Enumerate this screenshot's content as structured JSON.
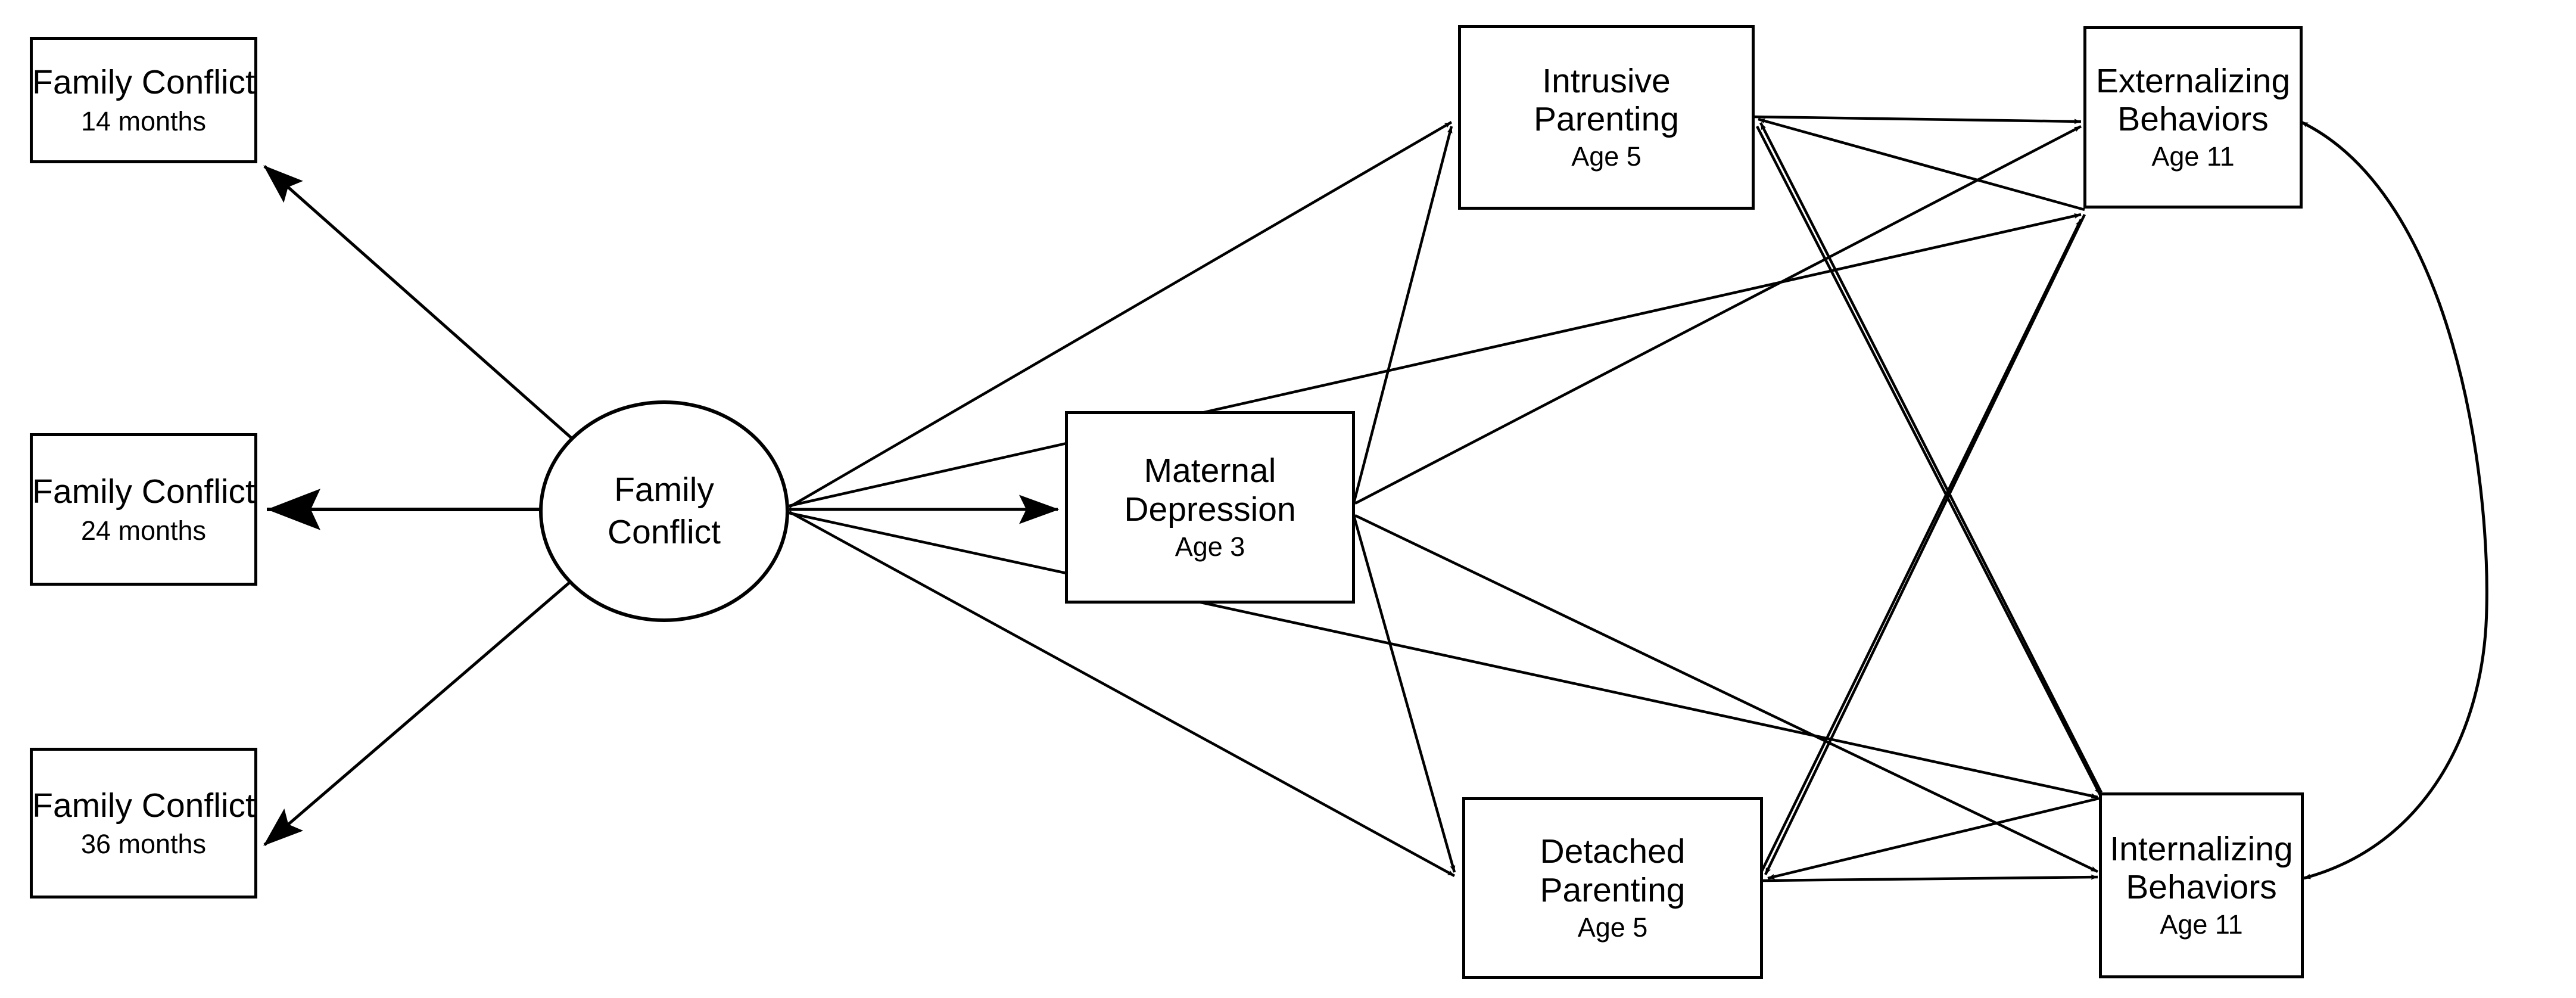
{
  "diagram": {
    "type": "path-diagram",
    "title": "",
    "background_color": "#ffffff",
    "stroke_color": "#000000",
    "nodes": [
      {
        "id": "family-conflict-14",
        "shape": "rectangle",
        "label": "Family Conflict",
        "sublabel": "14 months"
      },
      {
        "id": "family-conflict-24",
        "shape": "rectangle",
        "label": "Family Conflict",
        "sublabel": "24 months"
      },
      {
        "id": "family-conflict-36",
        "shape": "rectangle",
        "label": "Family Conflict",
        "sublabel": "36 months"
      },
      {
        "id": "family-conflict-latent",
        "shape": "ellipse",
        "label_line1": "Family",
        "label_line2": "Conflict"
      },
      {
        "id": "maternal-depression",
        "shape": "rectangle",
        "label_line1": "Maternal",
        "label_line2": "Depression",
        "sublabel": "Age 3"
      },
      {
        "id": "intrusive-parenting",
        "shape": "rectangle",
        "label_line1": "Intrusive",
        "label_line2": "Parenting",
        "sublabel": "Age 5"
      },
      {
        "id": "detached-parenting",
        "shape": "rectangle",
        "label_line1": "Detached",
        "label_line2": "Parenting",
        "sublabel": "Age 5"
      },
      {
        "id": "externalizing-behaviors",
        "shape": "rectangle",
        "label_line1": "Externalizing",
        "label_line2": "Behaviors",
        "sublabel": "Age 11"
      },
      {
        "id": "internalizing-behaviors",
        "shape": "rectangle",
        "label_line1": "Internalizing",
        "label_line2": "Behaviors",
        "sublabel": "Age 11"
      }
    ],
    "edges": [
      {
        "from": "family-conflict-latent",
        "to": "family-conflict-14",
        "style": "single-arrow"
      },
      {
        "from": "family-conflict-latent",
        "to": "family-conflict-24",
        "style": "single-arrow"
      },
      {
        "from": "family-conflict-latent",
        "to": "family-conflict-36",
        "style": "single-arrow"
      },
      {
        "from": "family-conflict-latent",
        "to": "maternal-depression",
        "style": "single-arrow"
      },
      {
        "from": "family-conflict-latent",
        "to": "intrusive-parenting",
        "style": "single-arrow"
      },
      {
        "from": "family-conflict-latent",
        "to": "detached-parenting",
        "style": "single-arrow"
      },
      {
        "from": "family-conflict-latent",
        "to": "externalizing-behaviors",
        "style": "single-arrow"
      },
      {
        "from": "family-conflict-latent",
        "to": "internalizing-behaviors",
        "style": "single-arrow"
      },
      {
        "from": "maternal-depression",
        "to": "intrusive-parenting",
        "style": "single-arrow"
      },
      {
        "from": "maternal-depression",
        "to": "detached-parenting",
        "style": "single-arrow"
      },
      {
        "from": "maternal-depression",
        "to": "externalizing-behaviors",
        "style": "single-arrow"
      },
      {
        "from": "maternal-depression",
        "to": "internalizing-behaviors",
        "style": "single-arrow"
      },
      {
        "from": "intrusive-parenting",
        "to": "externalizing-behaviors",
        "style": "single-arrow"
      },
      {
        "from": "intrusive-parenting",
        "to": "internalizing-behaviors",
        "style": "single-arrow"
      },
      {
        "from": "detached-parenting",
        "to": "externalizing-behaviors",
        "style": "single-arrow"
      },
      {
        "from": "detached-parenting",
        "to": "internalizing-behaviors",
        "style": "single-arrow"
      },
      {
        "from": "externalizing-behaviors",
        "to": "internalizing-behaviors",
        "style": "curved-double-arrow"
      }
    ]
  }
}
